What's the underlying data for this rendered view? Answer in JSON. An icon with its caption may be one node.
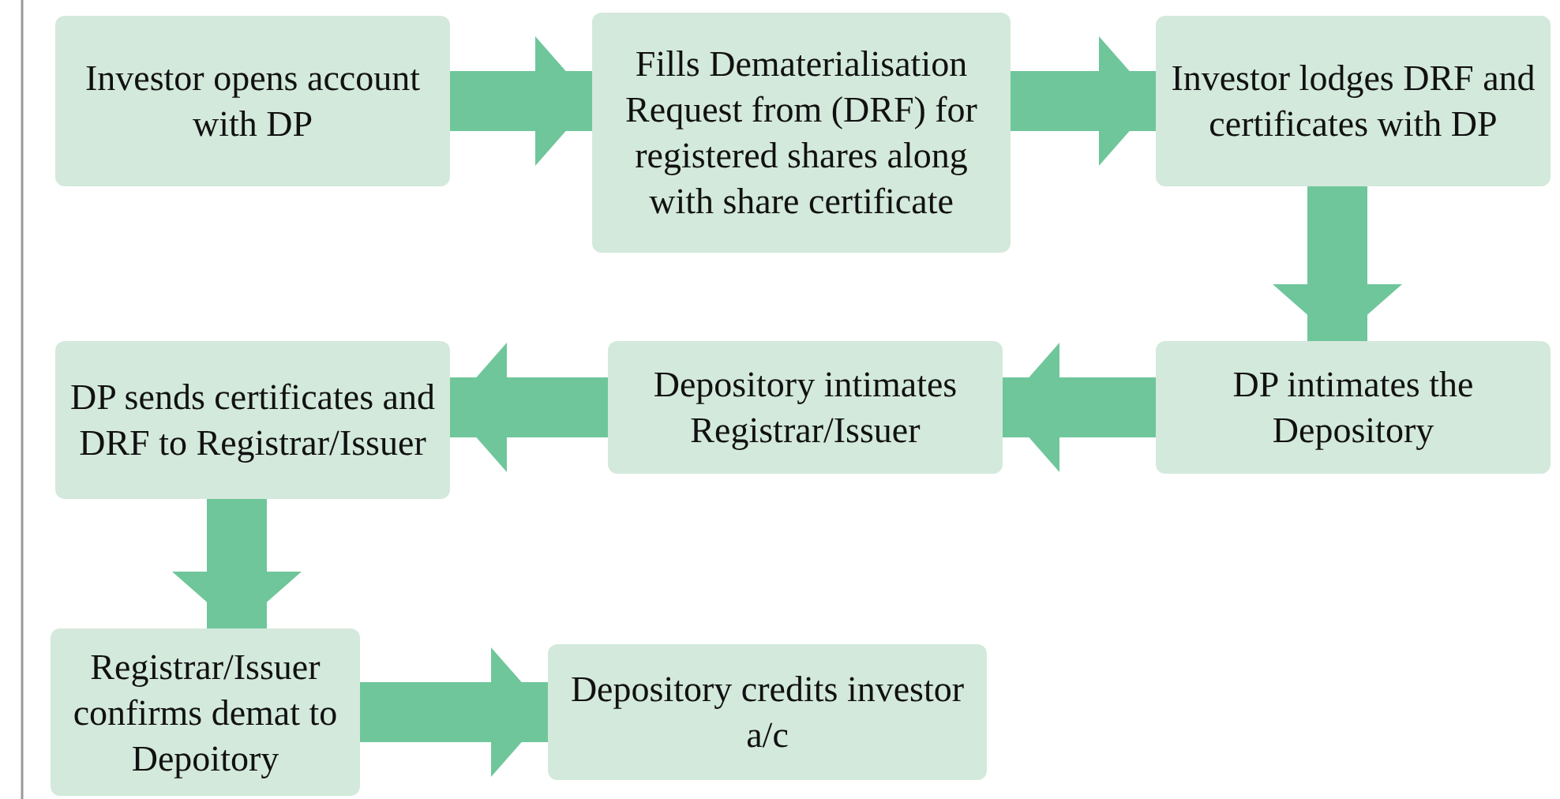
{
  "diagram": {
    "nodes": [
      {
        "text": [
          "Investor opens account with DP"
        ]
      },
      {
        "text": [
          "Fills Dematerialisation Request from (DRF) for registered shares along with share certificate"
        ]
      },
      {
        "text": [
          "Investor lodges DRF and certificates with DP"
        ]
      },
      {
        "text": [
          "DP intimates the Depository"
        ]
      },
      {
        "text": [
          "Depository intimates Registrar/Issuer"
        ]
      },
      {
        "text": [
          "DP sends certificates and DRF to Registrar/Issuer"
        ]
      },
      {
        "text": [
          "Registrar/Issuer confirms demat to Depoitory"
        ]
      },
      {
        "text": [
          "Depository credits investor a/c"
        ]
      }
    ],
    "edges": [
      {
        "from": 0,
        "to": 1,
        "arrow": "to"
      },
      {
        "from": 1,
        "to": 2,
        "arrow": "to"
      },
      {
        "from": 2,
        "to": 3,
        "arrow": "to"
      },
      {
        "from": 3,
        "to": 4,
        "arrow": "to"
      },
      {
        "from": 4,
        "to": 5,
        "arrow": "to"
      },
      {
        "from": 5,
        "to": 6,
        "arrow": "to"
      },
      {
        "from": 6,
        "to": 7,
        "arrow": "to"
      }
    ]
  }
}
